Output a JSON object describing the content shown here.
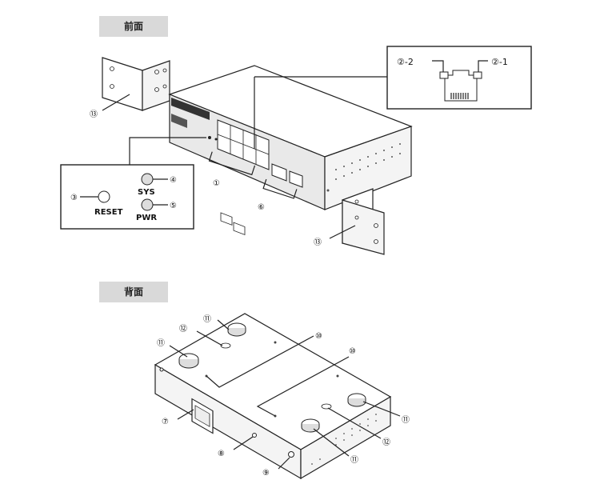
{
  "sections": {
    "front_label": "前面",
    "back_label": "背面"
  },
  "callouts": {
    "n1": "①",
    "n2_2": "②",
    "n2_2_suffix": "-2",
    "n2_1": "②",
    "n2_1_suffix": "-1",
    "n3": "③",
    "n4": "④",
    "n5": "⑤",
    "n6": "⑥",
    "n7": "⑦",
    "n8": "⑧",
    "n9": "⑨",
    "n10a": "⑩",
    "n10b": "⑩",
    "n11a": "⑪",
    "n11b": "⑪",
    "n11c": "⑪",
    "n11d": "⑪",
    "n12a": "⑫",
    "n12b": "⑫",
    "n13a": "⑬",
    "n13b": "⑬"
  },
  "inset": {
    "reset_label": "RESET",
    "sys_label": "SYS",
    "pwr_label": "PWR"
  }
}
